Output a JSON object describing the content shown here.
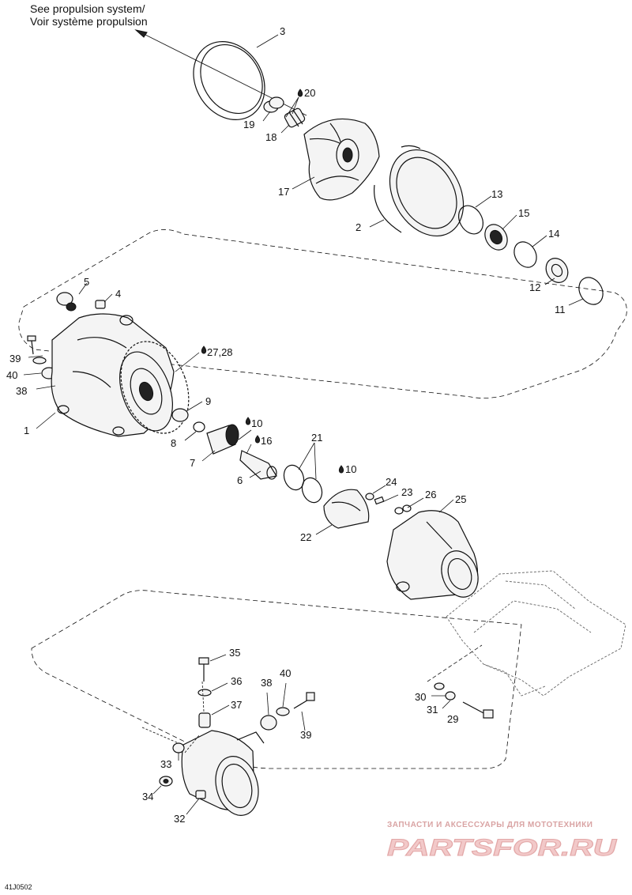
{
  "header": {
    "note_line1": "See propulsion system/",
    "note_line2": "Voir système propulsion"
  },
  "drawing_code": "41J0502",
  "watermark": {
    "tagline": "ЗАПЧАСТИ И АКСЕССУАРЫ ДЛЯ МОТОТЕХНИКИ",
    "brand": "PARTSFOR.RU"
  },
  "labels": {
    "p1": "1",
    "p2": "2",
    "p3": "3",
    "p4": "4",
    "p5": "5",
    "p6": "6",
    "p7": "7",
    "p8": "8",
    "p9": "9",
    "p10a": "10",
    "p10b": "10",
    "p11": "11",
    "p12": "12",
    "p13": "13",
    "p14": "14",
    "p15": "15",
    "p16": "16",
    "p17": "17",
    "p18": "18",
    "p19": "19",
    "p20": "20",
    "p21": "21",
    "p22": "22",
    "p23": "23",
    "p24": "24",
    "p25": "25",
    "p26": "26",
    "p2728": "27,28",
    "p29": "29",
    "p30": "30",
    "p31": "31",
    "p32": "32",
    "p33": "33",
    "p34": "34",
    "p35": "35",
    "p36": "36",
    "p37": "37",
    "p38a": "38",
    "p38b": "38",
    "p39a": "39",
    "p39b": "39",
    "p40a": "40",
    "p40b": "40"
  }
}
